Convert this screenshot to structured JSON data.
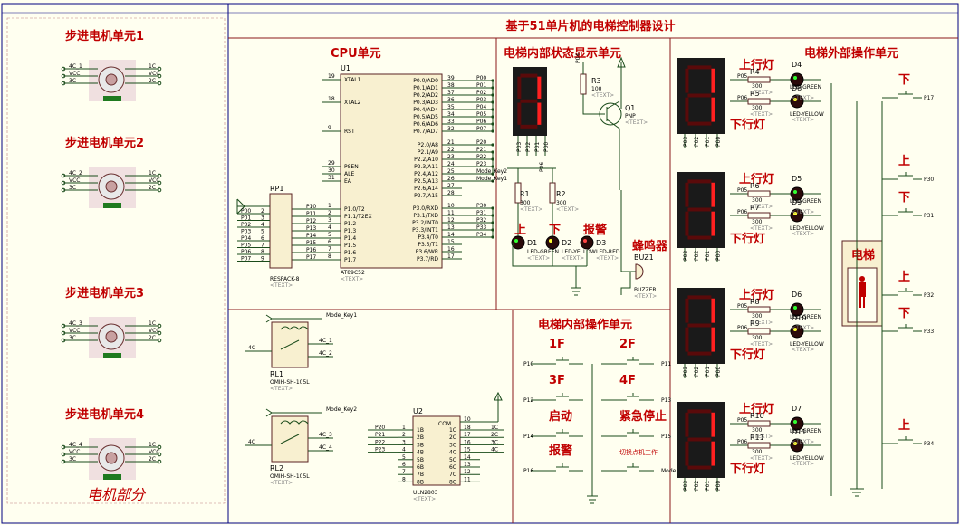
{
  "sections": {
    "main_title": "基于51单片机的电梯控制器设计",
    "cpu": "CPU单元",
    "status_display": "电梯内部状态显示单元",
    "external_ops": "电梯外部操作单元",
    "internal_ops": "电梯内部操作单元",
    "motor_part": "电机部分",
    "elevator": "电梯"
  },
  "motors": [
    {
      "title": "步进电机单元1",
      "pins_l": [
        "4C_1",
        "VCC",
        "3C"
      ],
      "pins_r": [
        "1C",
        "VCC",
        "2C"
      ]
    },
    {
      "title": "步进电机单元2",
      "pins_l": [
        "4C_2",
        "VCC",
        "3C"
      ],
      "pins_r": [
        "1C",
        "VCC",
        "2C"
      ]
    },
    {
      "title": "步进电机单元3",
      "pins_l": [
        "4C_3",
        "VCC",
        "3C"
      ],
      "pins_r": [
        "1C",
        "VCC",
        "2C"
      ]
    },
    {
      "title": "步进电机单元4",
      "pins_l": [
        "4C_4",
        "VCC",
        "3C"
      ],
      "pins_r": [
        "1C",
        "VCC",
        "2C"
      ]
    }
  ],
  "mcu": {
    "ref": "U1",
    "part": "AT89C52",
    "text": "<TEXT>",
    "left_pins": [
      {
        "num": "19",
        "name": "XTAL1"
      },
      {
        "num": "18",
        "name": "XTAL2"
      },
      {
        "num": "9",
        "name": "RST"
      },
      {
        "num": "29",
        "name": "PSEN"
      },
      {
        "num": "30",
        "name": "ALE"
      },
      {
        "num": "31",
        "name": "EA"
      },
      {
        "num": "1",
        "name": "P1.0/T2"
      },
      {
        "num": "2",
        "name": "P1.1/T2EX"
      },
      {
        "num": "3",
        "name": "P1.2"
      },
      {
        "num": "4",
        "name": "P1.3"
      },
      {
        "num": "5",
        "name": "P1.4"
      },
      {
        "num": "6",
        "name": "P1.5"
      },
      {
        "num": "7",
        "name": "P1.6"
      },
      {
        "num": "8",
        "name": "P1.7"
      }
    ],
    "left_nets": [
      "P10",
      "P11",
      "P12",
      "P13",
      "P14",
      "P15",
      "P16",
      "P17"
    ],
    "right_pins": [
      {
        "num": "39",
        "name": "P0.0/AD0",
        "net": "P00"
      },
      {
        "num": "38",
        "name": "P0.1/AD1",
        "net": "P01"
      },
      {
        "num": "37",
        "name": "P0.2/AD2",
        "net": "P02"
      },
      {
        "num": "36",
        "name": "P0.3/AD3",
        "net": "P03"
      },
      {
        "num": "35",
        "name": "P0.4/AD4",
        "net": "P04"
      },
      {
        "num": "34",
        "name": "P0.5/AD5",
        "net": "P05"
      },
      {
        "num": "33",
        "name": "P0.6/AD6",
        "net": "P06"
      },
      {
        "num": "32",
        "name": "P0.7/AD7",
        "net": "P07"
      },
      {
        "num": "21",
        "name": "P2.0/A8",
        "net": "P20"
      },
      {
        "num": "22",
        "name": "P2.1/A9",
        "net": "P21"
      },
      {
        "num": "23",
        "name": "P2.2/A10",
        "net": "P22"
      },
      {
        "num": "24",
        "name": "P2.3/A11",
        "net": "P23"
      },
      {
        "num": "25",
        "name": "P2.4/A12",
        "net": "Mode_Key2"
      },
      {
        "num": "26",
        "name": "P2.5/A13",
        "net": "Mode_Key1"
      },
      {
        "num": "27",
        "name": "P2.6/A14",
        "net": ""
      },
      {
        "num": "28",
        "name": "P2.7/A15",
        "net": ""
      },
      {
        "num": "10",
        "name": "P3.0/RXD",
        "net": "P30"
      },
      {
        "num": "11",
        "name": "P3.1/TXD",
        "net": "P31"
      },
      {
        "num": "12",
        "name": "P3.2/INT0",
        "net": "P32"
      },
      {
        "num": "13",
        "name": "P3.3/INT1",
        "net": "P33"
      },
      {
        "num": "14",
        "name": "P3.4/T0",
        "net": "P34"
      },
      {
        "num": "15",
        "name": "P3.5/T1",
        "net": ""
      },
      {
        "num": "16",
        "name": "P3.6/WR",
        "net": ""
      },
      {
        "num": "17",
        "name": "P3.7/RD",
        "net": ""
      }
    ]
  },
  "rp1": {
    "ref": "RP1",
    "part": "RESPACK-8",
    "text": "<TEXT>",
    "nets": [
      "P00",
      "P01",
      "P02",
      "P03",
      "P04",
      "P05",
      "P06",
      "P07"
    ],
    "nums": [
      "2",
      "3",
      "4",
      "5",
      "6",
      "7",
      "8",
      "9"
    ]
  },
  "relays": [
    {
      "ref": "RL1",
      "part": "OMIH-SH-105L",
      "text": "<TEXT>",
      "net": "Mode_Key1",
      "coil": "4C",
      "out1": "4C_1",
      "out2": "4C_2"
    },
    {
      "ref": "RL2",
      "part": "OMIH-SH-105L",
      "text": "<TEXT>",
      "net": "Mode_Key2",
      "coil": "4C",
      "out1": "4C_3",
      "out2": "4C_4"
    }
  ],
  "uln": {
    "ref": "U2",
    "part": "ULN2803",
    "text": "<TEXT>",
    "in_nets": [
      "P20",
      "P21",
      "P22",
      "P23"
    ],
    "in_pins": [
      "1",
      "2",
      "3",
      "4",
      "5",
      "6",
      "7",
      "8"
    ],
    "in_names": [
      "1B",
      "2B",
      "3B",
      "4B",
      "5B",
      "6B",
      "7B",
      "8B"
    ],
    "com": "COM",
    "com_pin": "10",
    "out_names": [
      "1C",
      "2C",
      "3C",
      "4C",
      "5C",
      "6C",
      "7C",
      "8C"
    ],
    "out_pins": [
      "18",
      "17",
      "16",
      "15",
      "14",
      "13",
      "12",
      "11"
    ],
    "out_nets": [
      "1C",
      "2C",
      "3C",
      "4C"
    ]
  },
  "display_unit": {
    "seg_pins": [
      "P03",
      "P02",
      "P01",
      "P00"
    ],
    "res": [
      {
        "ref": "R1",
        "val": "300",
        "text": "<TEXT>",
        "net": "P07"
      },
      {
        "ref": "R2",
        "val": "300",
        "text": "<TEXT>",
        "net": "P06"
      },
      {
        "ref": "R3",
        "val": "100",
        "text": "<TEXT>",
        "net": "P04"
      }
    ],
    "leds": [
      {
        "ref": "D1",
        "part": "LED-GREEN",
        "label": "上",
        "text": "<TEXT>"
      },
      {
        "ref": "D2",
        "part": "LED-YELLOW",
        "label": "下",
        "text": "<TEXT>"
      },
      {
        "ref": "D3",
        "part": "LED-RED",
        "label": "报警",
        "text": "<TEXT>"
      }
    ],
    "transistor": {
      "ref": "Q1",
      "part": "PNP",
      "text": "<TEXT>"
    },
    "buzzer": {
      "ref": "BUZ1",
      "part": "BUZZER",
      "label": "蜂鸣器",
      "text": "<TEXT>"
    }
  },
  "internal_buttons": [
    {
      "label": "1F",
      "net": "P10"
    },
    {
      "label": "2F",
      "net": "P11"
    },
    {
      "label": "3F",
      "net": "P12"
    },
    {
      "label": "4F",
      "net": "P13"
    },
    {
      "label": "启动",
      "net": "P14"
    },
    {
      "label": "紧急停止",
      "net": "P15"
    },
    {
      "label": "报警",
      "net": "P16"
    },
    {
      "label": "切换点机工作",
      "net": "Mode"
    }
  ],
  "floors": [
    {
      "seg_pins": [
        "P03",
        "P02",
        "P01",
        "P00"
      ],
      "up_label": "上行灯",
      "down_label": "下行灯",
      "r_up": {
        "ref": "R4",
        "val": "300",
        "net": "P05"
      },
      "r_dn": {
        "ref": "R5",
        "val": "300",
        "net": "P06"
      },
      "d_up": {
        "ref": "D4",
        "part": "LED-GREEN"
      },
      "d_dn": {
        "ref": "D8",
        "part": "LED-YELLOW"
      }
    },
    {
      "seg_pins": [
        "P03",
        "P02",
        "P01",
        "P00"
      ],
      "up_label": "上行灯",
      "down_label": "下行灯",
      "r_up": {
        "ref": "R6",
        "val": "300",
        "net": "P05"
      },
      "r_dn": {
        "ref": "R7",
        "val": "300",
        "net": "P06"
      },
      "d_up": {
        "ref": "D5",
        "part": "LED-GREEN"
      },
      "d_dn": {
        "ref": "D9",
        "part": "LED-YELLOW"
      }
    },
    {
      "seg_pins": [
        "P03",
        "P02",
        "P01",
        "P00"
      ],
      "up_label": "上行灯",
      "down_label": "下行灯",
      "r_up": {
        "ref": "R8",
        "val": "300",
        "net": "P05"
      },
      "r_dn": {
        "ref": "R9",
        "val": "300",
        "net": "P06"
      },
      "d_up": {
        "ref": "D6",
        "part": "LED-GREEN"
      },
      "d_dn": {
        "ref": "D10",
        "part": "LED-YELLOW"
      }
    },
    {
      "seg_pins": [
        "P03",
        "P02",
        "P01",
        "P00"
      ],
      "up_label": "上行灯",
      "down_label": "下行灯",
      "r_up": {
        "ref": "R10",
        "val": "300",
        "net": "P05"
      },
      "r_dn": {
        "ref": "R11",
        "val": "300",
        "net": "P06"
      },
      "d_up": {
        "ref": "D7",
        "part": "LED-GREEN"
      },
      "d_dn": {
        "ref": "D11",
        "part": "LED-YELLOW"
      }
    }
  ],
  "external_buttons": [
    {
      "label": "下",
      "net": "P17"
    },
    {
      "label": "上",
      "net": "P30"
    },
    {
      "label": "下",
      "net": "P31"
    },
    {
      "label": "上",
      "net": "P32"
    },
    {
      "label": "下",
      "net": "P33"
    },
    {
      "label": "上",
      "net": "P34"
    }
  ],
  "text_placeholder": "<TEXT>",
  "colors": {
    "background": "#fffff0",
    "wire": "#1a4b1a",
    "frame": "#000080",
    "label": "#c00000",
    "section_line": "#8b1a1a",
    "seg_body": "#1a1a1a",
    "seg_lit": "#ff0000"
  }
}
